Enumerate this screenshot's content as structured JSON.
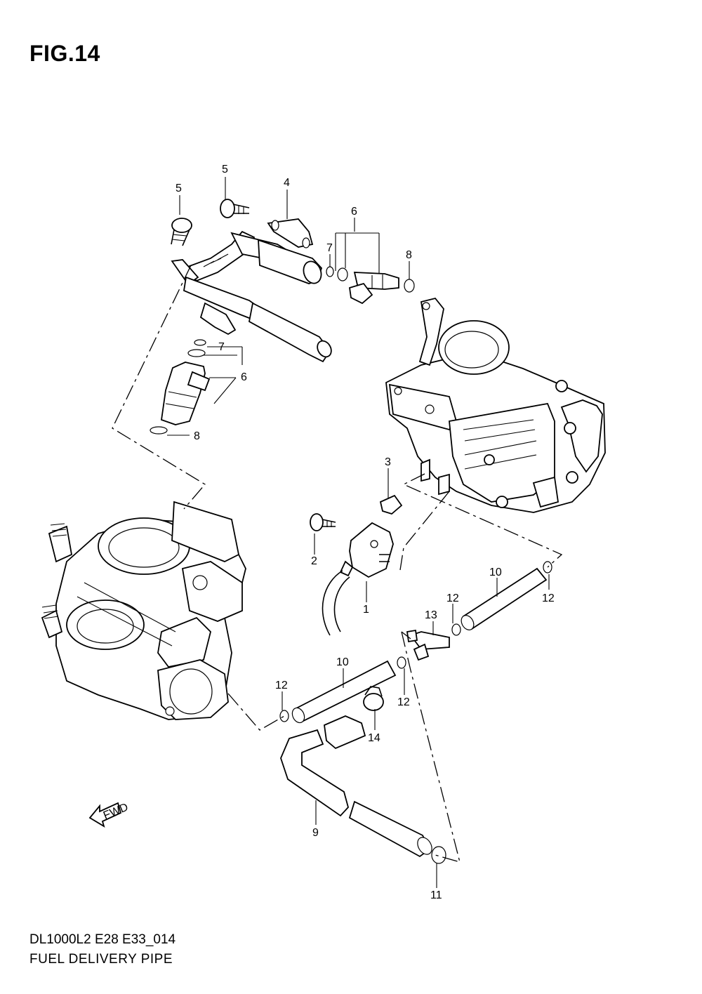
{
  "figure": {
    "title": "FIG.14",
    "code": "DL1000L2 E28 E33_014",
    "caption": "FUEL DELIVERY PIPE",
    "fwd_arrow_text": "FWD"
  },
  "callouts": {
    "c1": "1",
    "c2": "2",
    "c3": "3",
    "c4": "4",
    "c5a": "5",
    "c5b": "5",
    "c6a": "6",
    "c6b": "6",
    "c7a": "7",
    "c7b": "7",
    "c8a": "8",
    "c8b": "8",
    "c9": "9",
    "c10a": "10",
    "c10b": "10",
    "c11": "11",
    "c12a": "12",
    "c12b": "12",
    "c12c": "12",
    "c12d": "12",
    "c13": "13",
    "c14": "14"
  }
}
